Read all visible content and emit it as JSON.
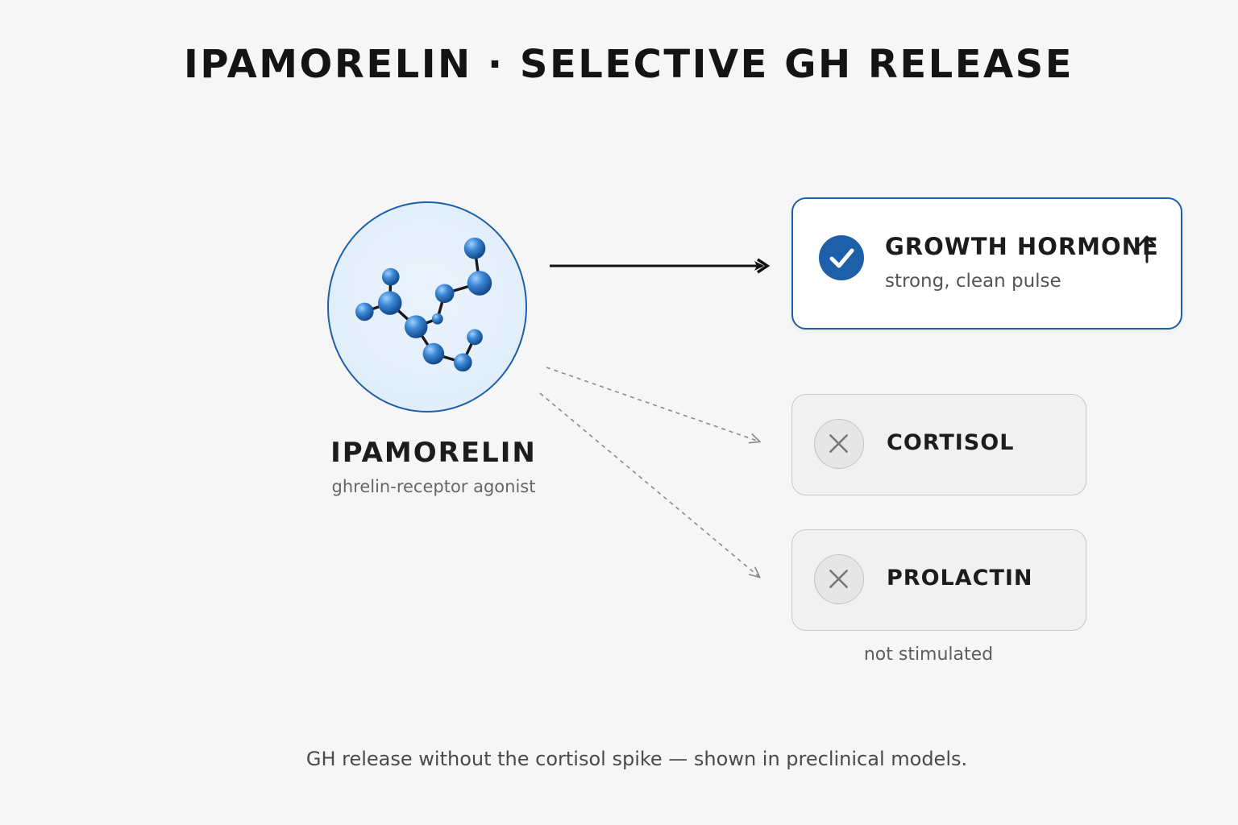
{
  "title": "IPAMORELIN · SELECTIVE GH RELEASE",
  "molecule": {
    "label": "IPAMORELIN",
    "subtitle": "ghrelin-receptor agonist",
    "icon": "molecule-icon"
  },
  "targets": [
    {
      "label": "GROWTH HORMONE",
      "subtitle": "strong, clean pulse",
      "status": "stimulated",
      "status_icon": "check-icon",
      "trend_icon": "arrow-up-icon"
    },
    {
      "label": "CORTISOL",
      "status": "not stimulated",
      "status_icon": "x-icon"
    },
    {
      "label": "PROLACTIN",
      "status": "not stimulated",
      "status_icon": "x-icon"
    }
  ],
  "not_stimulated_note": "not stimulated",
  "footer": "GH release without the cortisol spike — shown in preclinical models.",
  "colors": {
    "accent": "#1d5fa8",
    "molecule_atom": "#3a86d4",
    "inactive_border": "#c9c9c9",
    "background": "#f6f6f6"
  }
}
